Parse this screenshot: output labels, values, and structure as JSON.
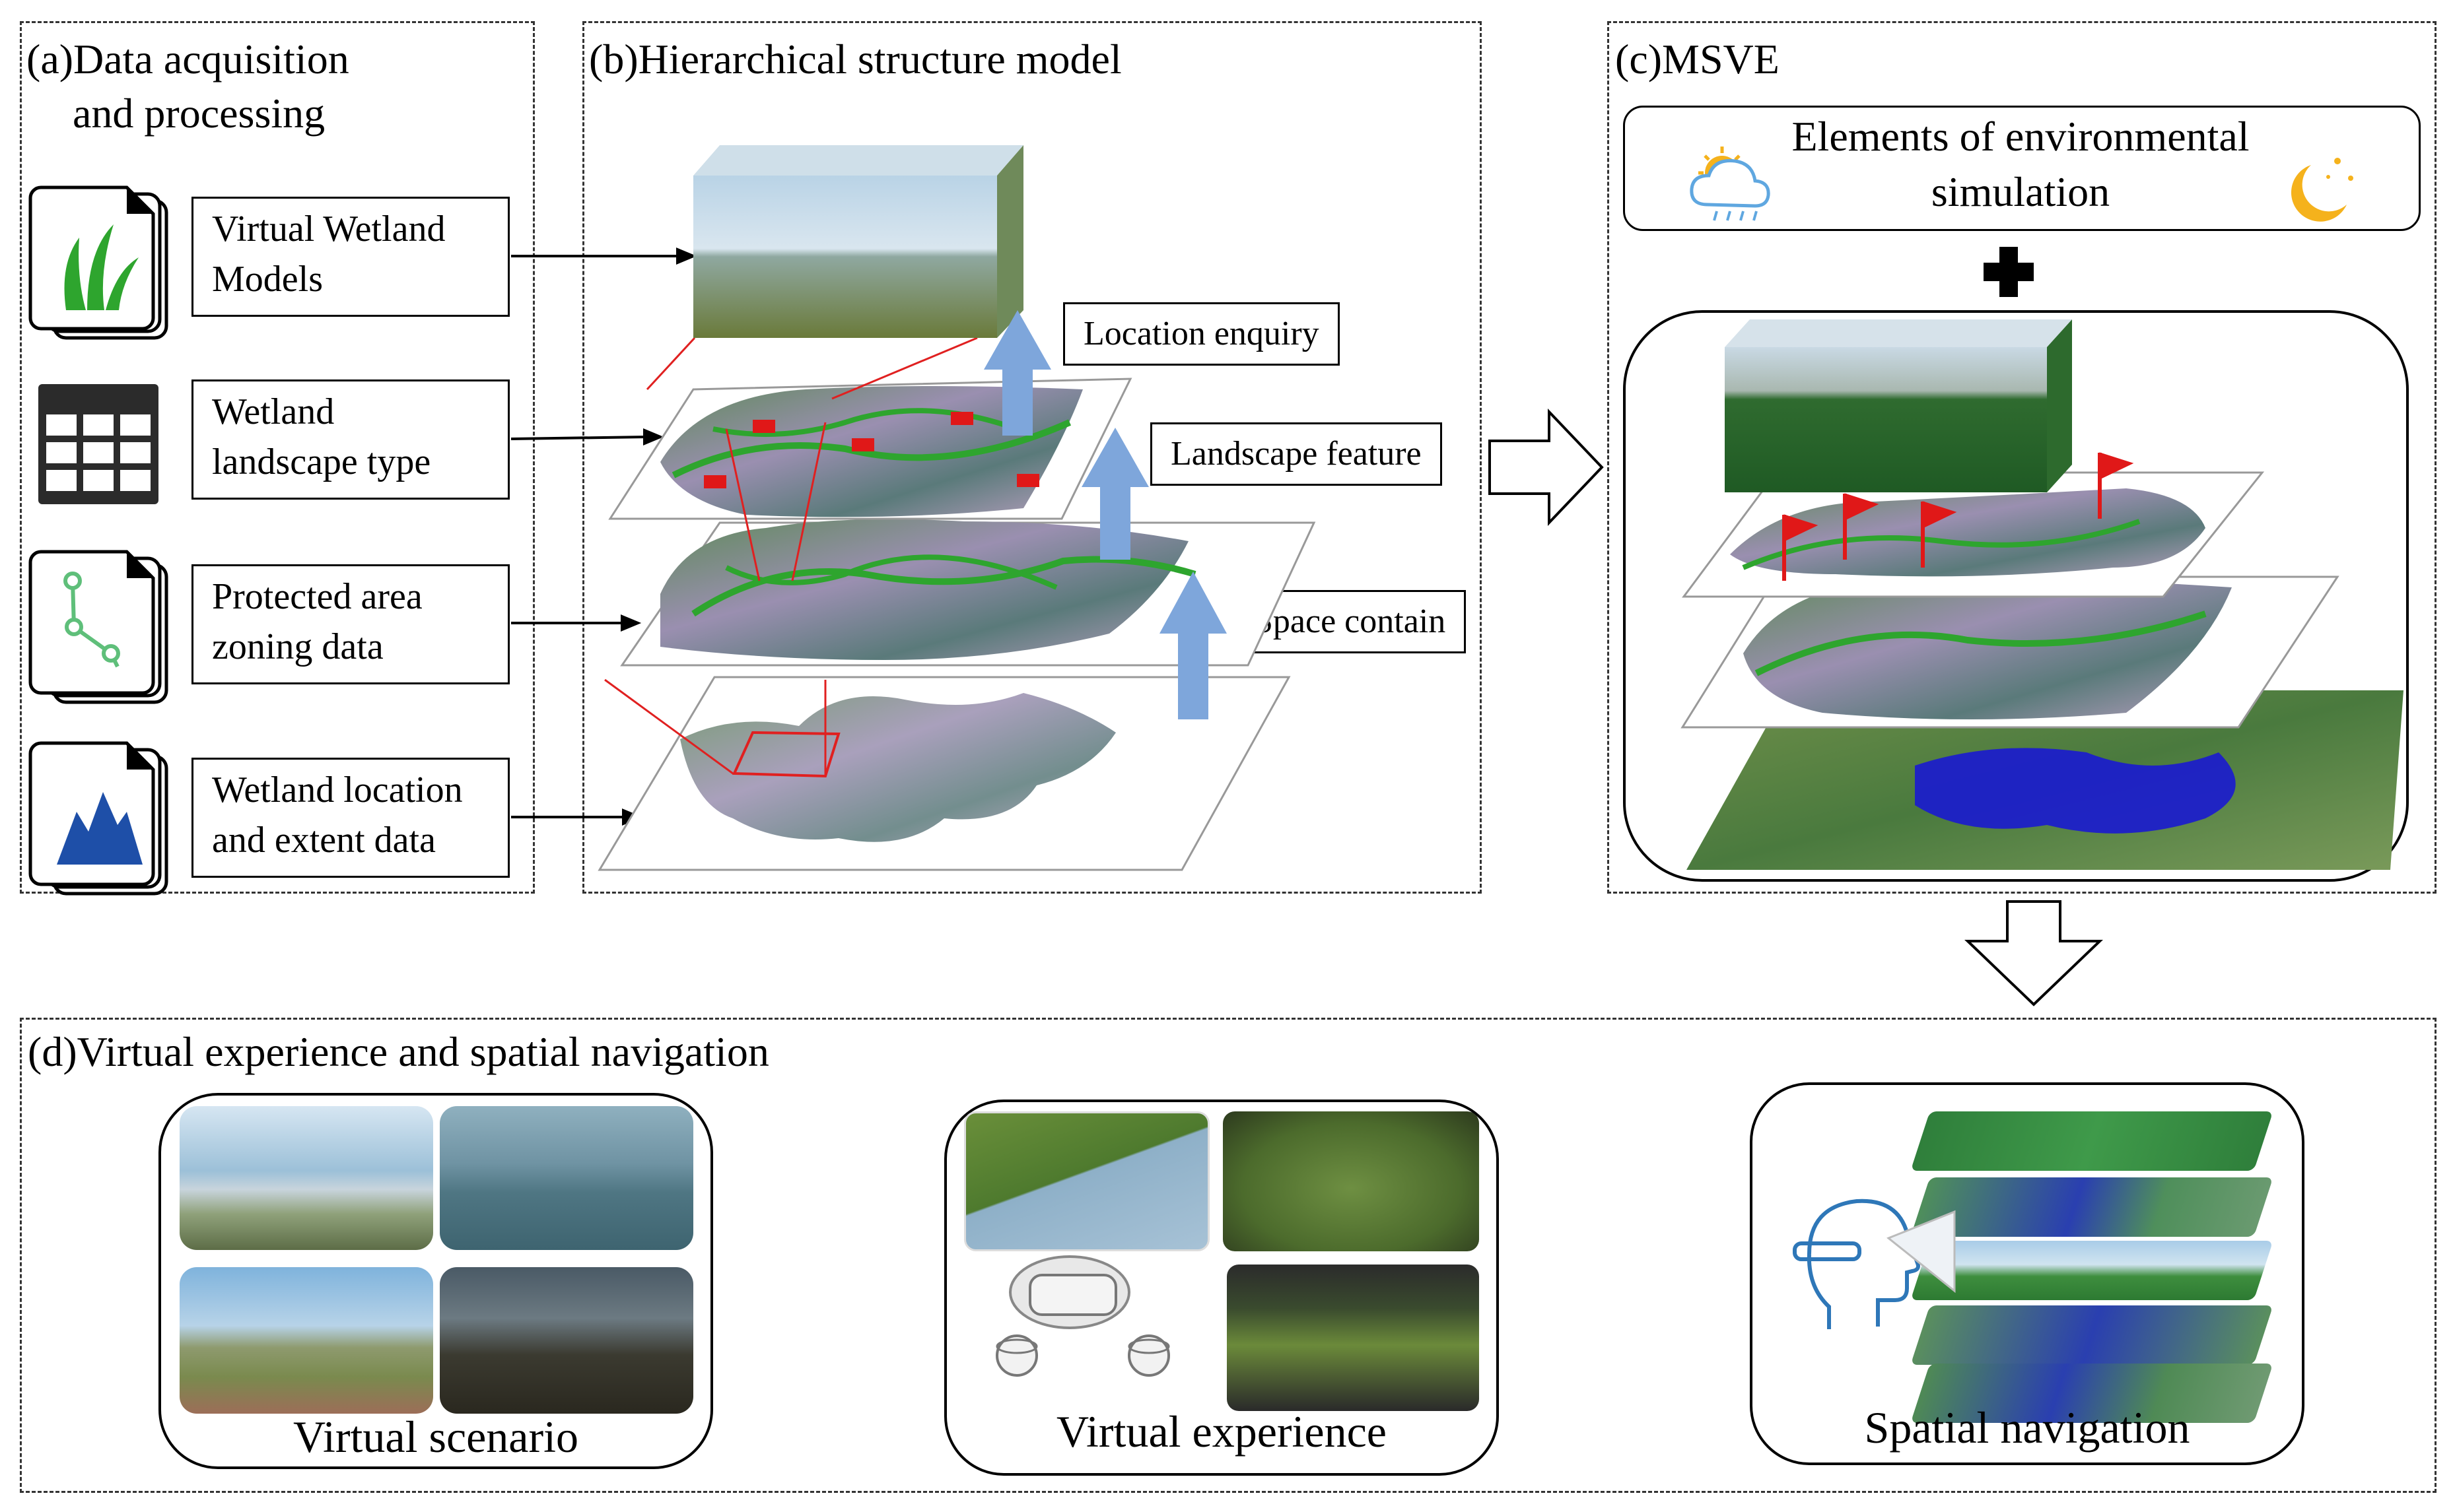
{
  "panels": {
    "a": {
      "title_line1": "(a)Data acquisition",
      "title_line2": "and processing"
    },
    "b": {
      "title": "(b)Hierarchical structure model"
    },
    "c": {
      "title": "(c)MSVE"
    },
    "d": {
      "title": "(d)Virtual experience and spatial navigation"
    }
  },
  "data_items": [
    {
      "icon": "grass-document-icon",
      "line1": "Virtual Wetland",
      "line2": "Models"
    },
    {
      "icon": "table-grid-icon",
      "line1": "Wetland",
      "line2": "landscape type"
    },
    {
      "icon": "zoning-path-document-icon",
      "line1": "Protected area",
      "line2": "zoning data"
    },
    {
      "icon": "mountain-document-icon",
      "line1": "Wetland location",
      "line2": "and extent data"
    }
  ],
  "layer_labels": {
    "location": "Location enquiry",
    "landscape": "Landscape feature",
    "space": "Space contain"
  },
  "environment": {
    "line1": "Elements of environmental",
    "line2": "simulation"
  },
  "captions": {
    "scenario": "Virtual scenario",
    "experience": "Virtual experience",
    "navigation": "Spatial navigation"
  },
  "colors": {
    "accent_green": "#2ea52e",
    "arrow_blue": "#7ea6db",
    "flag_red": "#e01818",
    "water_blue": "#1a1ad0",
    "outline_red": "#e02020"
  }
}
